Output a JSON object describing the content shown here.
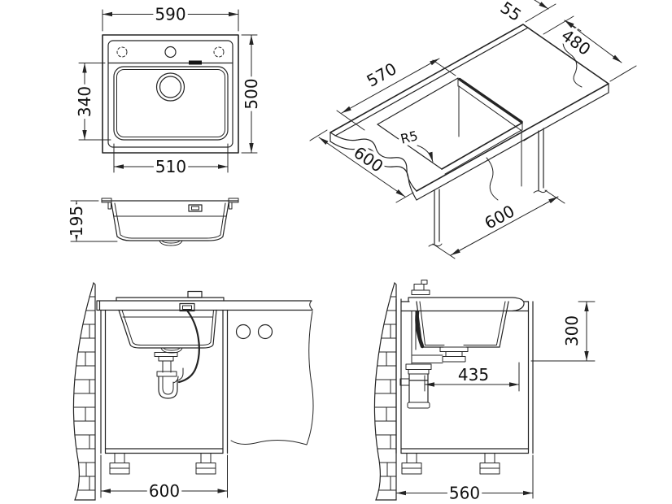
{
  "page": {
    "background": "#ffffff",
    "line_color": "#242424"
  },
  "views": {
    "top_view": {
      "name": "sink top view",
      "dims": {
        "outer_width": "590",
        "outer_depth": "500",
        "bowl_depth": "340",
        "bowl_width": "510"
      }
    },
    "front_section_view": {
      "name": "sink front section",
      "dims": {
        "bowl_height": "195"
      }
    },
    "iso_view": {
      "name": "worktop cutout isometric view",
      "dims": {
        "back_edge_offset": "55",
        "cutout_depth": "480",
        "cutout_width": "570",
        "corner_radius": "R5",
        "counter_depth": "600",
        "cabinet_width": "600"
      }
    },
    "front_install_view": {
      "name": "front installation section",
      "dims": {
        "cabinet_width": "600"
      }
    },
    "side_install_view": {
      "name": "side installation section",
      "dims": {
        "rim_to_outlet": "300",
        "trap_to_front": "435",
        "cabinet_depth": "560"
      }
    }
  }
}
